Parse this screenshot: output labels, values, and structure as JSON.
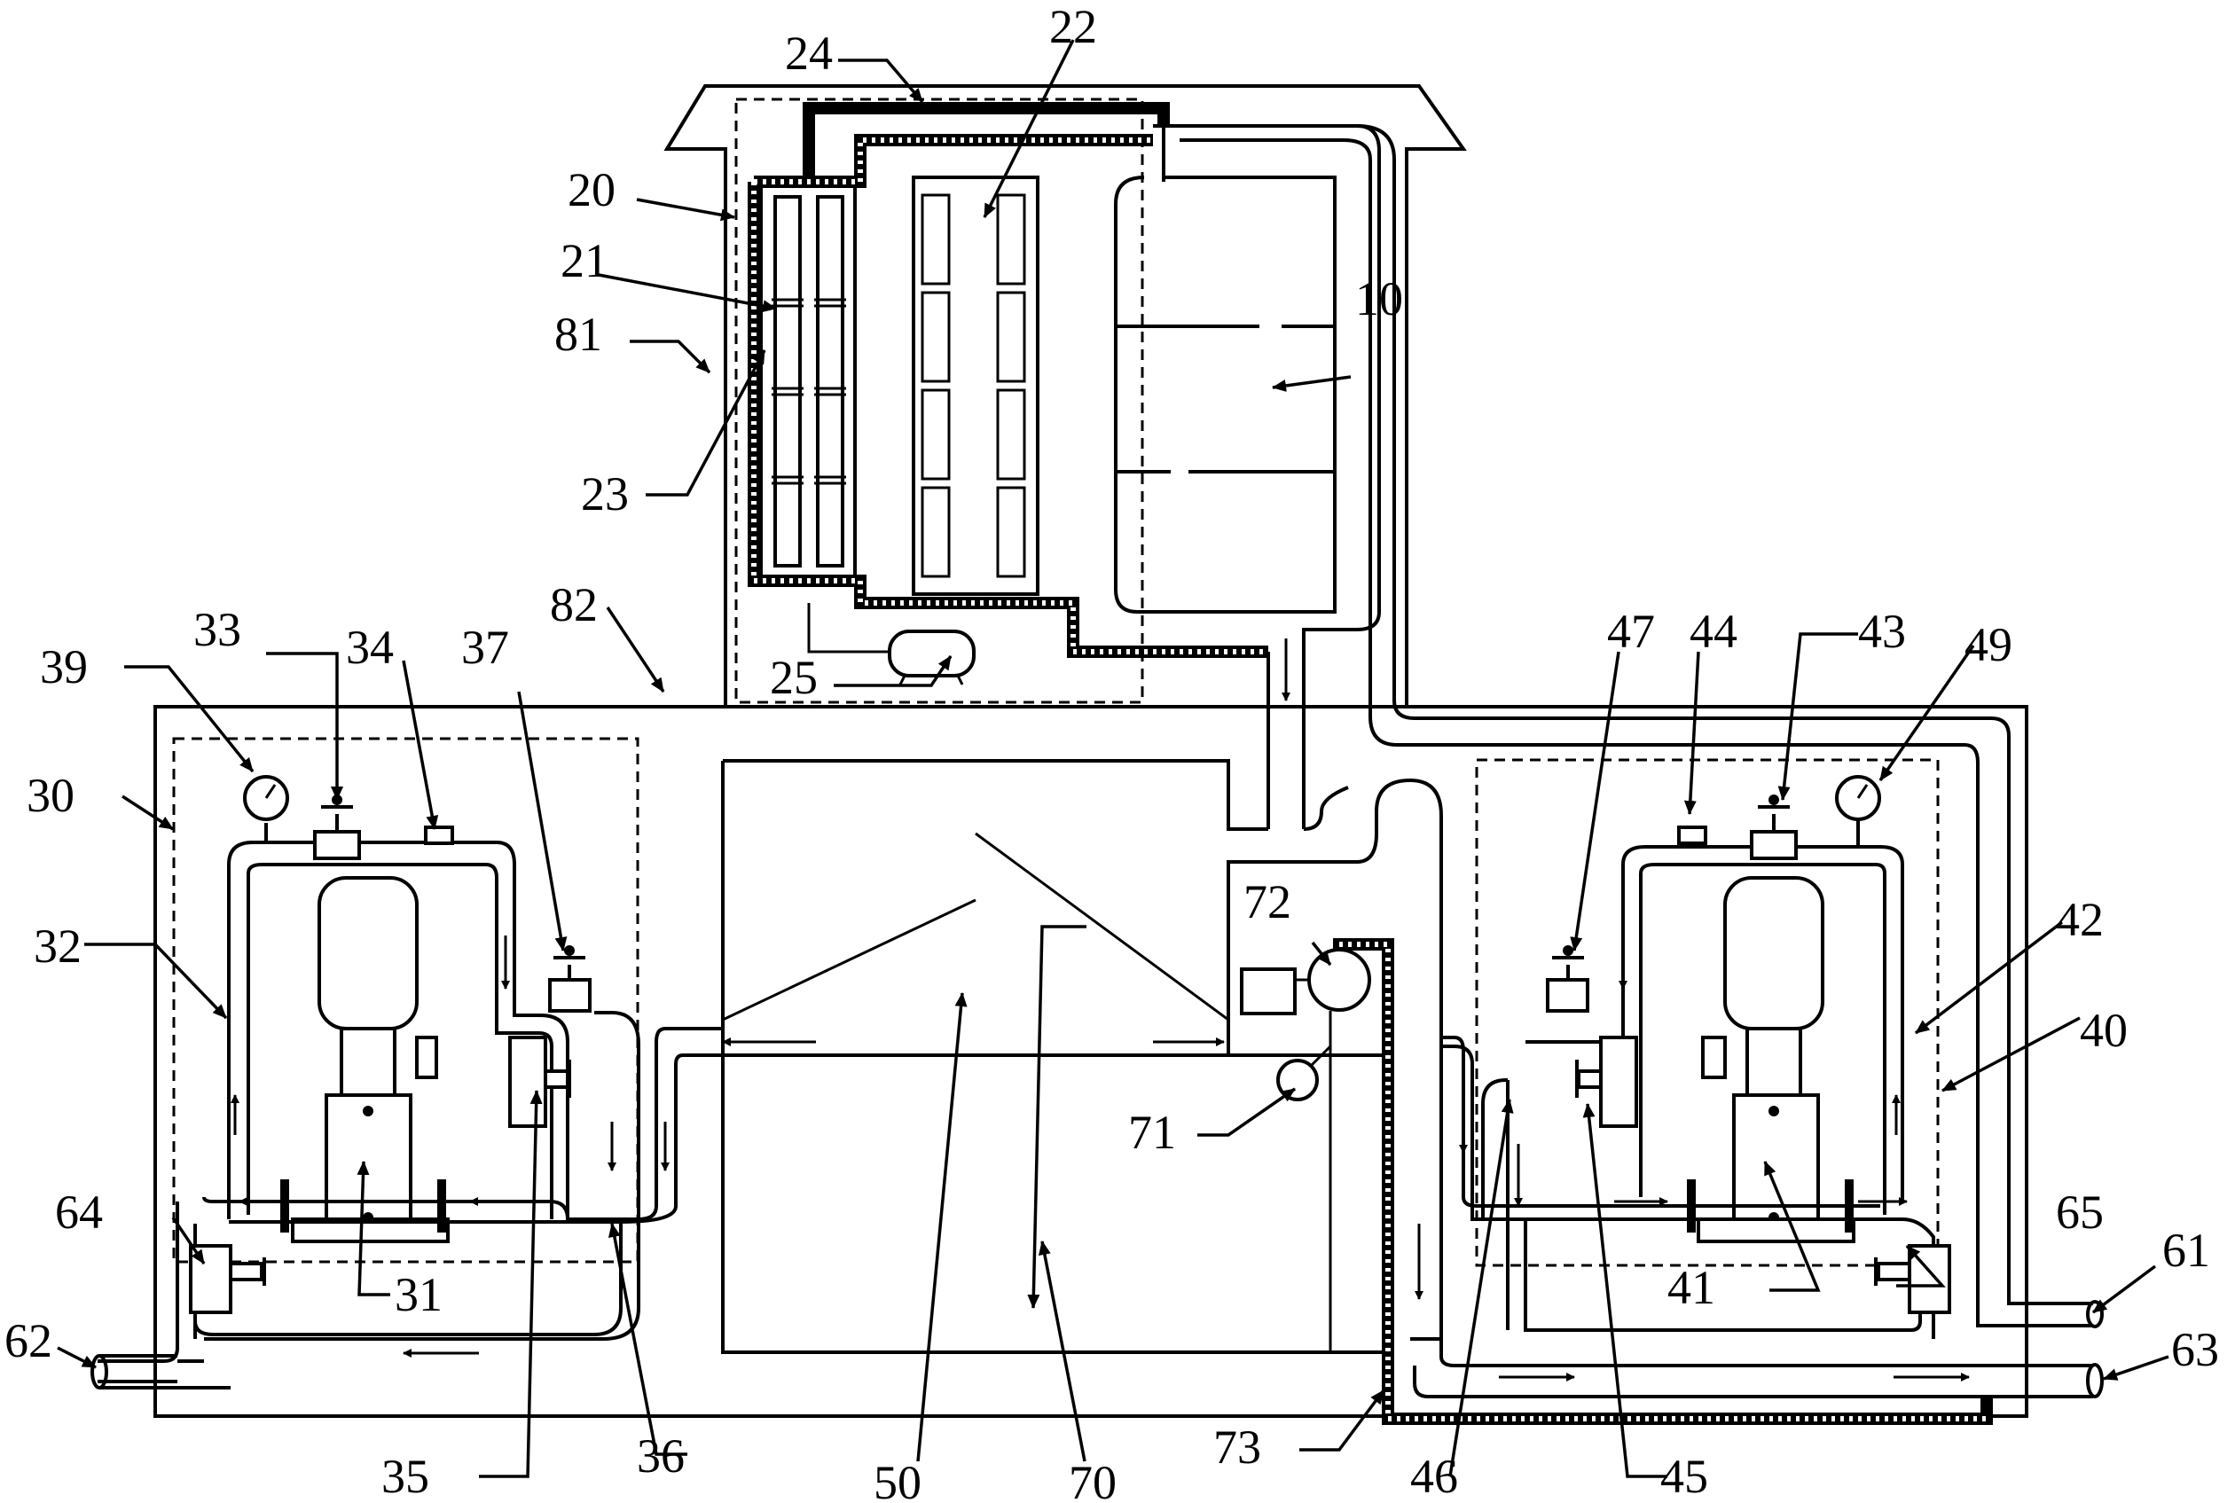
{
  "labels": {
    "l10": "10",
    "l20": "20",
    "l21": "21",
    "l22": "22",
    "l23": "23",
    "l24": "24",
    "l25": "25",
    "l30": "30",
    "l31": "31",
    "l32": "32",
    "l33": "33",
    "l34": "34",
    "l35": "35",
    "l36": "36",
    "l37": "37",
    "l39": "39",
    "l40": "40",
    "l41": "41",
    "l42": "42",
    "l43": "43",
    "l44": "44",
    "l45": "45",
    "l46": "46",
    "l47": "47",
    "l49": "49",
    "l50": "50",
    "l61": "61",
    "l62": "62",
    "l63": "63",
    "l64": "64",
    "l65": "65",
    "l70": "70",
    "l71": "71",
    "l72": "72",
    "l73": "73",
    "l81": "81",
    "l82": "82"
  }
}
